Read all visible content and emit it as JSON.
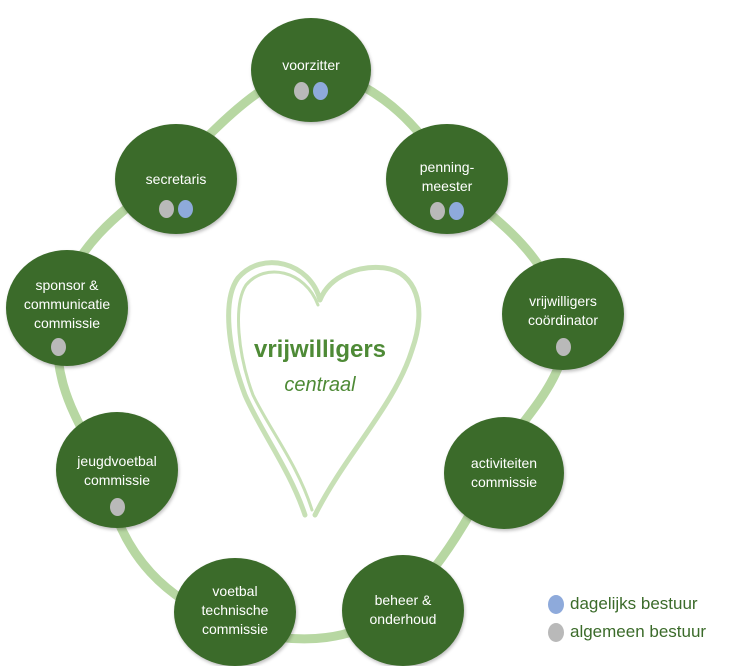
{
  "center": {
    "title": "vrijwilligers",
    "subtitle": "centraal"
  },
  "nodes": {
    "voorzitter": {
      "label": "voorzitter",
      "dots": [
        "gray",
        "blue"
      ]
    },
    "penningmeester": {
      "label": "penning-\nmeester",
      "dots": [
        "gray",
        "blue"
      ]
    },
    "coordinator": {
      "label": "vrijwilligers\ncoördinator",
      "dots": [
        "gray"
      ]
    },
    "activiteiten": {
      "label": "activiteiten\ncommissie",
      "dots": []
    },
    "beheer": {
      "label": "beheer &\nonderhoud",
      "dots": []
    },
    "voetbal": {
      "label": "voetbal\ntechnische\ncommissie",
      "dots": []
    },
    "jeugd": {
      "label": "jeugdvoetbal\ncommissie",
      "dots": [
        "gray"
      ]
    },
    "sponsor": {
      "label": "sponsor &\ncommunicatie\ncommissie",
      "dots": [
        "gray"
      ]
    },
    "secretaris": {
      "label": "secretaris",
      "dots": [
        "gray",
        "blue"
      ]
    }
  },
  "legend": {
    "dagelijks": {
      "label": "dagelijks bestuur",
      "color": "#8eaadb"
    },
    "algemeen": {
      "label": "algemeen bestuur",
      "color": "#b9b9b9"
    }
  },
  "colors": {
    "node": "#3b6b2a",
    "ring": "#b7d7a2",
    "heart": "#c7e0b5",
    "text": "#4e8a36"
  }
}
